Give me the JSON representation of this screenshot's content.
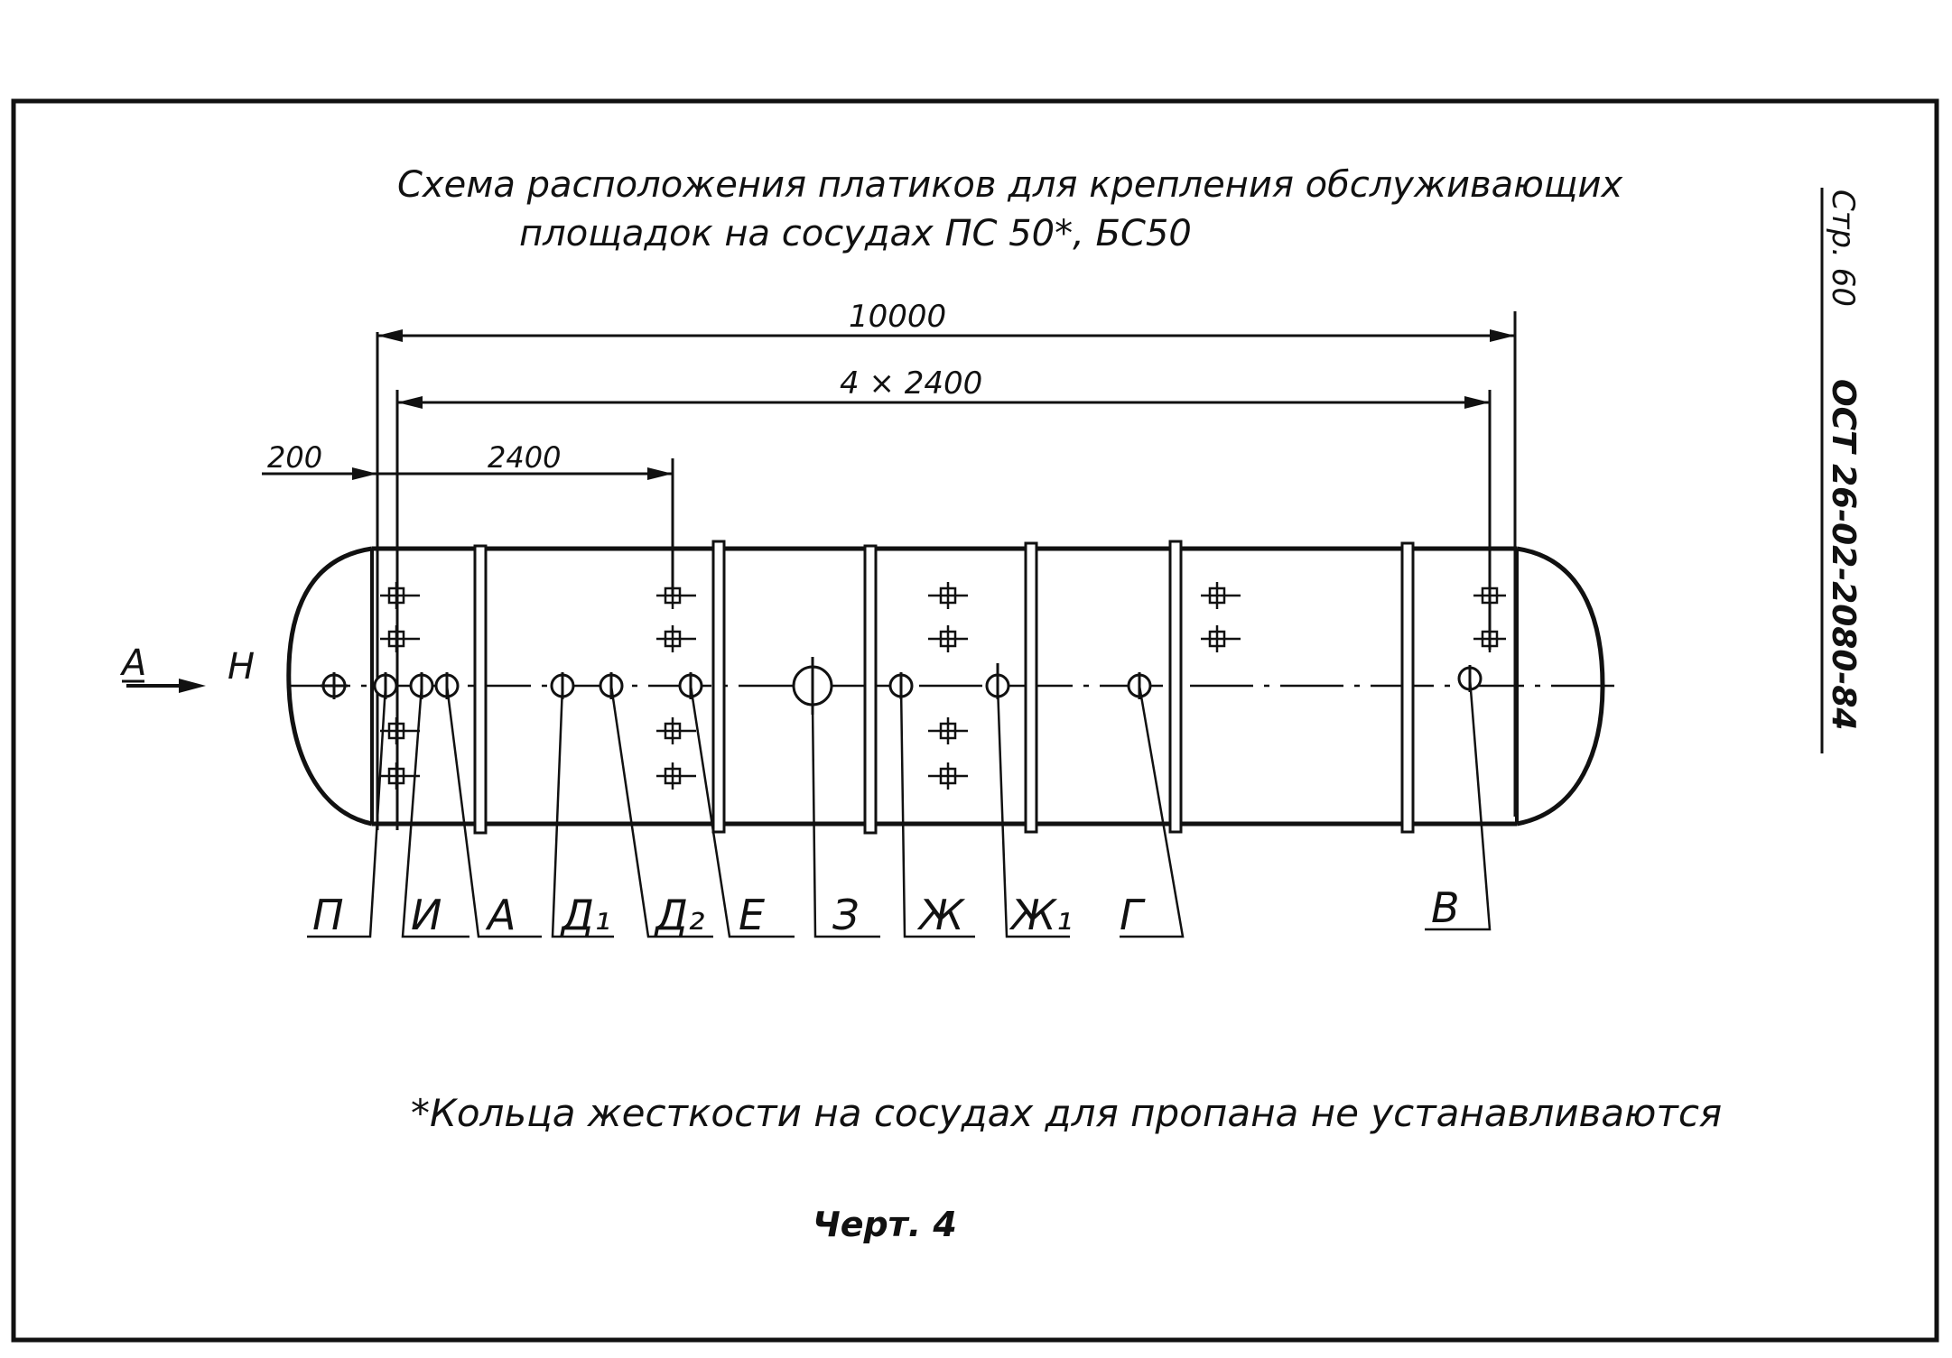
{
  "drawing": {
    "title_line1": "Схема расположения платиков для крепления обслуживающих",
    "title_line2": "площадок на сосудах ПС 50*, БС50",
    "side_stamp": {
      "page": "Стр. 60",
      "standard": "ОСТ 26-02-2080-84"
    },
    "view_label": "А",
    "axis_label": "Н",
    "dimensions": {
      "overall": "10000",
      "pitch_total": "4 × 2400",
      "offset": "200",
      "pitch": "2400"
    },
    "nozzle_labels": [
      "П",
      "И",
      "А",
      "Д₁",
      "Д₂",
      "Е",
      "З",
      "Ж",
      "Ж₁",
      "Г",
      "В"
    ],
    "footnote": "*Кольца жесткости на сосудах для пропана не устанавливаются",
    "figure_caption": "Черт. 4"
  }
}
